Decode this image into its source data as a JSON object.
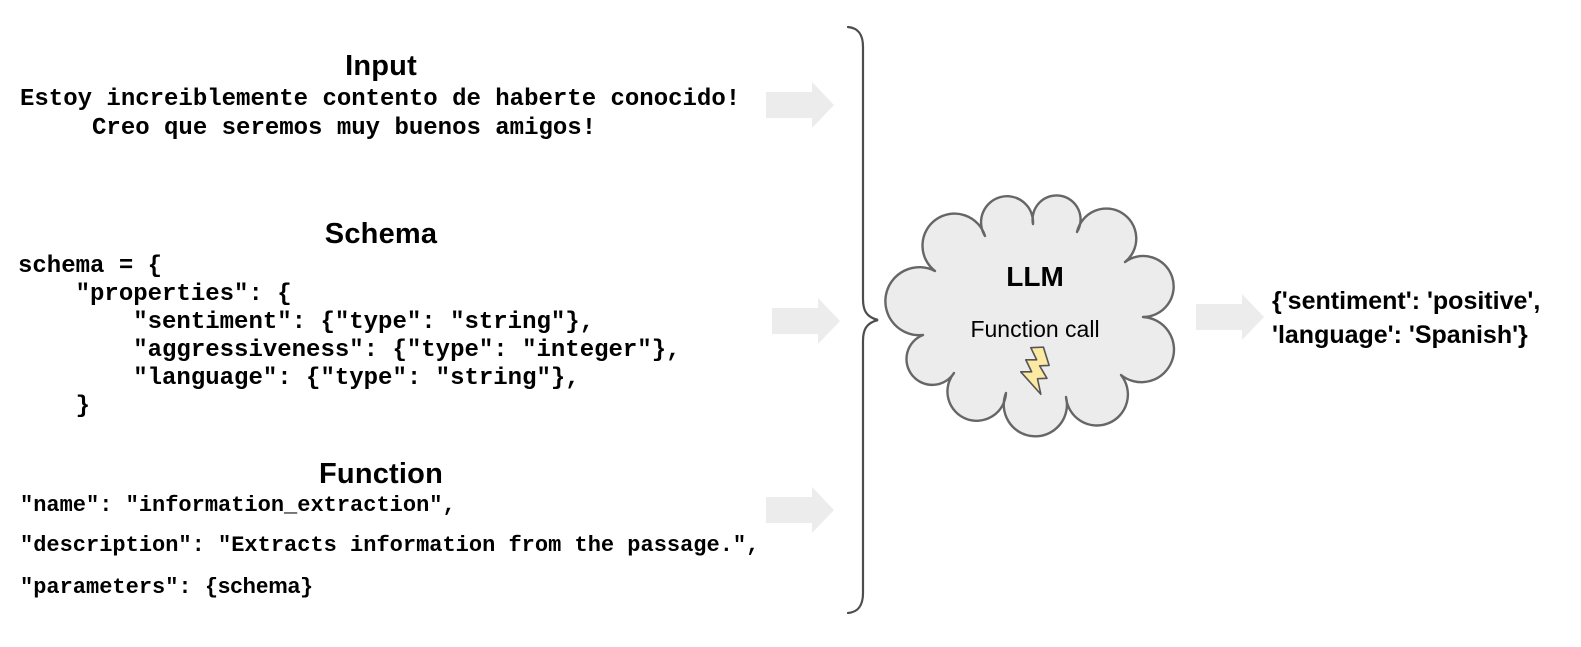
{
  "diagram": {
    "input": {
      "title": "Input",
      "code": "Estoy increiblemente contento de haberte conocido!\n     Creo que seremos muy buenos amigos!"
    },
    "schema": {
      "title": "Schema",
      "code": "schema = {\n    \"properties\": {\n        \"sentiment\": {\"type\": \"string\"},\n        \"aggressiveness\": {\"type\": \"integer\"},\n        \"language\": {\"type\": \"string\"},\n    }"
    },
    "function": {
      "title": "Function",
      "name_line": "\"name\": \"information_extraction\",",
      "description_line": "\"description\": \"Extracts information from the passage.\",",
      "parameters_prefix": "\"parameters\": {",
      "parameters_var": "schema",
      "parameters_suffix": "}"
    },
    "llm": {
      "label": "LLM",
      "sublabel": "Function call"
    },
    "output": {
      "text": "{'sentiment': 'positive',\n'language': 'Spanish'}"
    },
    "icons": {
      "flow_arrows": "block-arrow-right-icon",
      "bolt": "lightning-bolt-icon",
      "brace": "right-curly-brace",
      "cloud": "cloud-shape"
    },
    "colors": {
      "arrow_fill": "#ececec",
      "cloud_fill": "#ececec",
      "cloud_stroke": "#666666",
      "bolt_fill": "#fce9a2",
      "bolt_stroke": "#555555",
      "brace_stroke": "#4d4d4d",
      "text": "#000000"
    }
  }
}
